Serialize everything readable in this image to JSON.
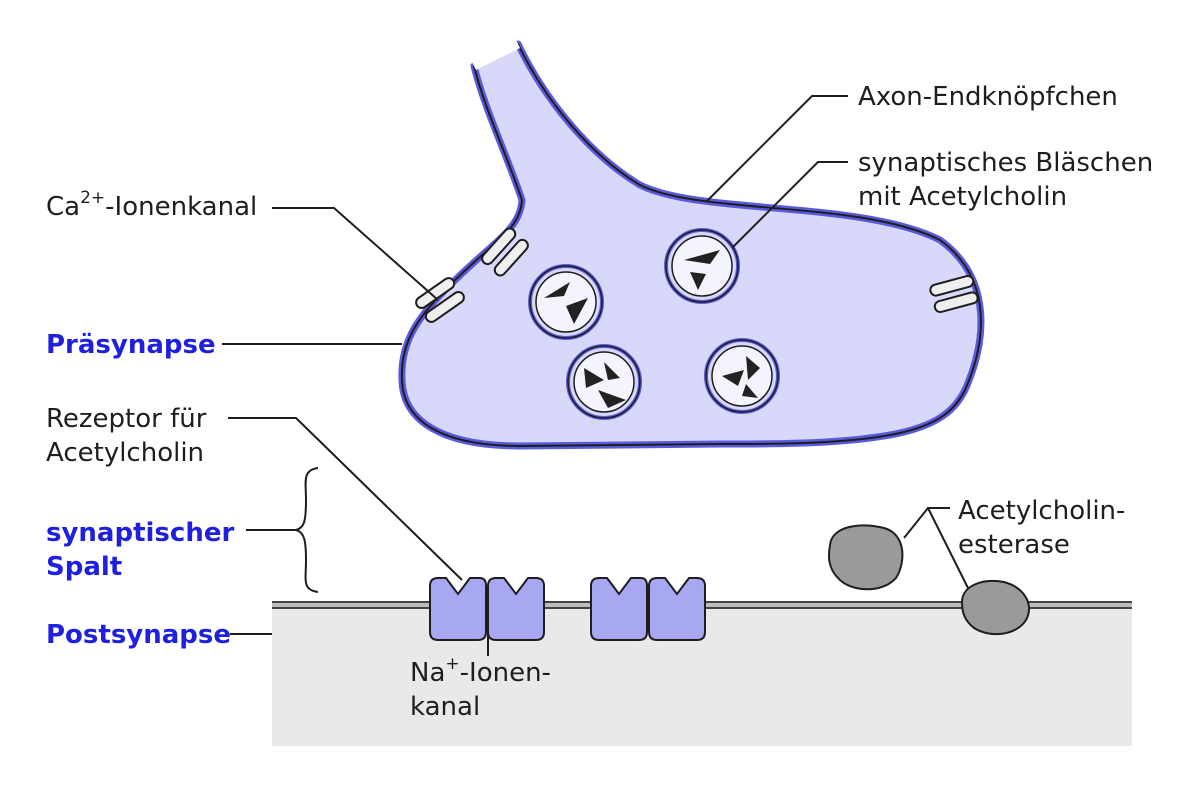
{
  "labels": {
    "axon": "Axon-Endknöpfchen",
    "vesicle_line1": "synaptisches Bläschen",
    "vesicle_line2": "mit Acetylcholin",
    "ca_prefix": "Ca",
    "ca_sup": "2+",
    "ca_suffix": "-Ionenkanal",
    "presynapse": "Präsynapse",
    "receptor_line1": "Rezeptor für",
    "receptor_line2": "Acetylcholin",
    "cleft_line1": "synaptischer",
    "cleft_line2": "Spalt",
    "postsynapse": "Postsynapse",
    "na_prefix": "Na",
    "na_sup": "+",
    "na_suffix": "-Ionen-",
    "na_line2": "kanal",
    "esterase_line1": "Acetylcholin-",
    "esterase_line2": "esterase"
  },
  "colors": {
    "presynapse_fill": "#d8d8fa",
    "membrane_stroke": "#5a5adc",
    "receptor_fill": "#a8a8f2",
    "postsynapse_fill": "#e9e9e9",
    "esterase_fill": "#9a9a9a",
    "blue_label": "#1f1fe0",
    "line": "#1e1e1e"
  }
}
